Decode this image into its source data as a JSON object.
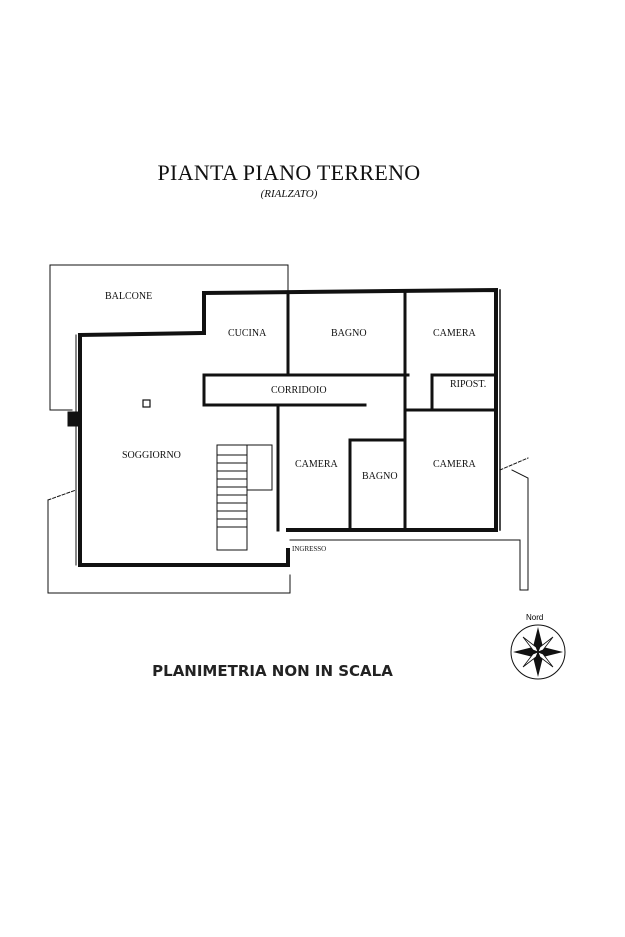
{
  "title": "PIANTA PIANO TERRENO",
  "subtitle": "(RIALZATO)",
  "note": "PLANIMETRIA NON IN SCALA",
  "compass_label": "Nord",
  "rooms": {
    "balcone": "BALCONE",
    "cucina": "CUCINA",
    "bagno_1": "BAGNO",
    "camera_1": "CAMERA",
    "corridoio": "CORRIDOIO",
    "ripost": "RIPOST.",
    "soggiorno": "SOGGIORNO",
    "camera_2": "CAMERA",
    "bagno_2": "BAGNO",
    "camera_3": "CAMERA",
    "ingresso": "INGRESSO"
  }
}
